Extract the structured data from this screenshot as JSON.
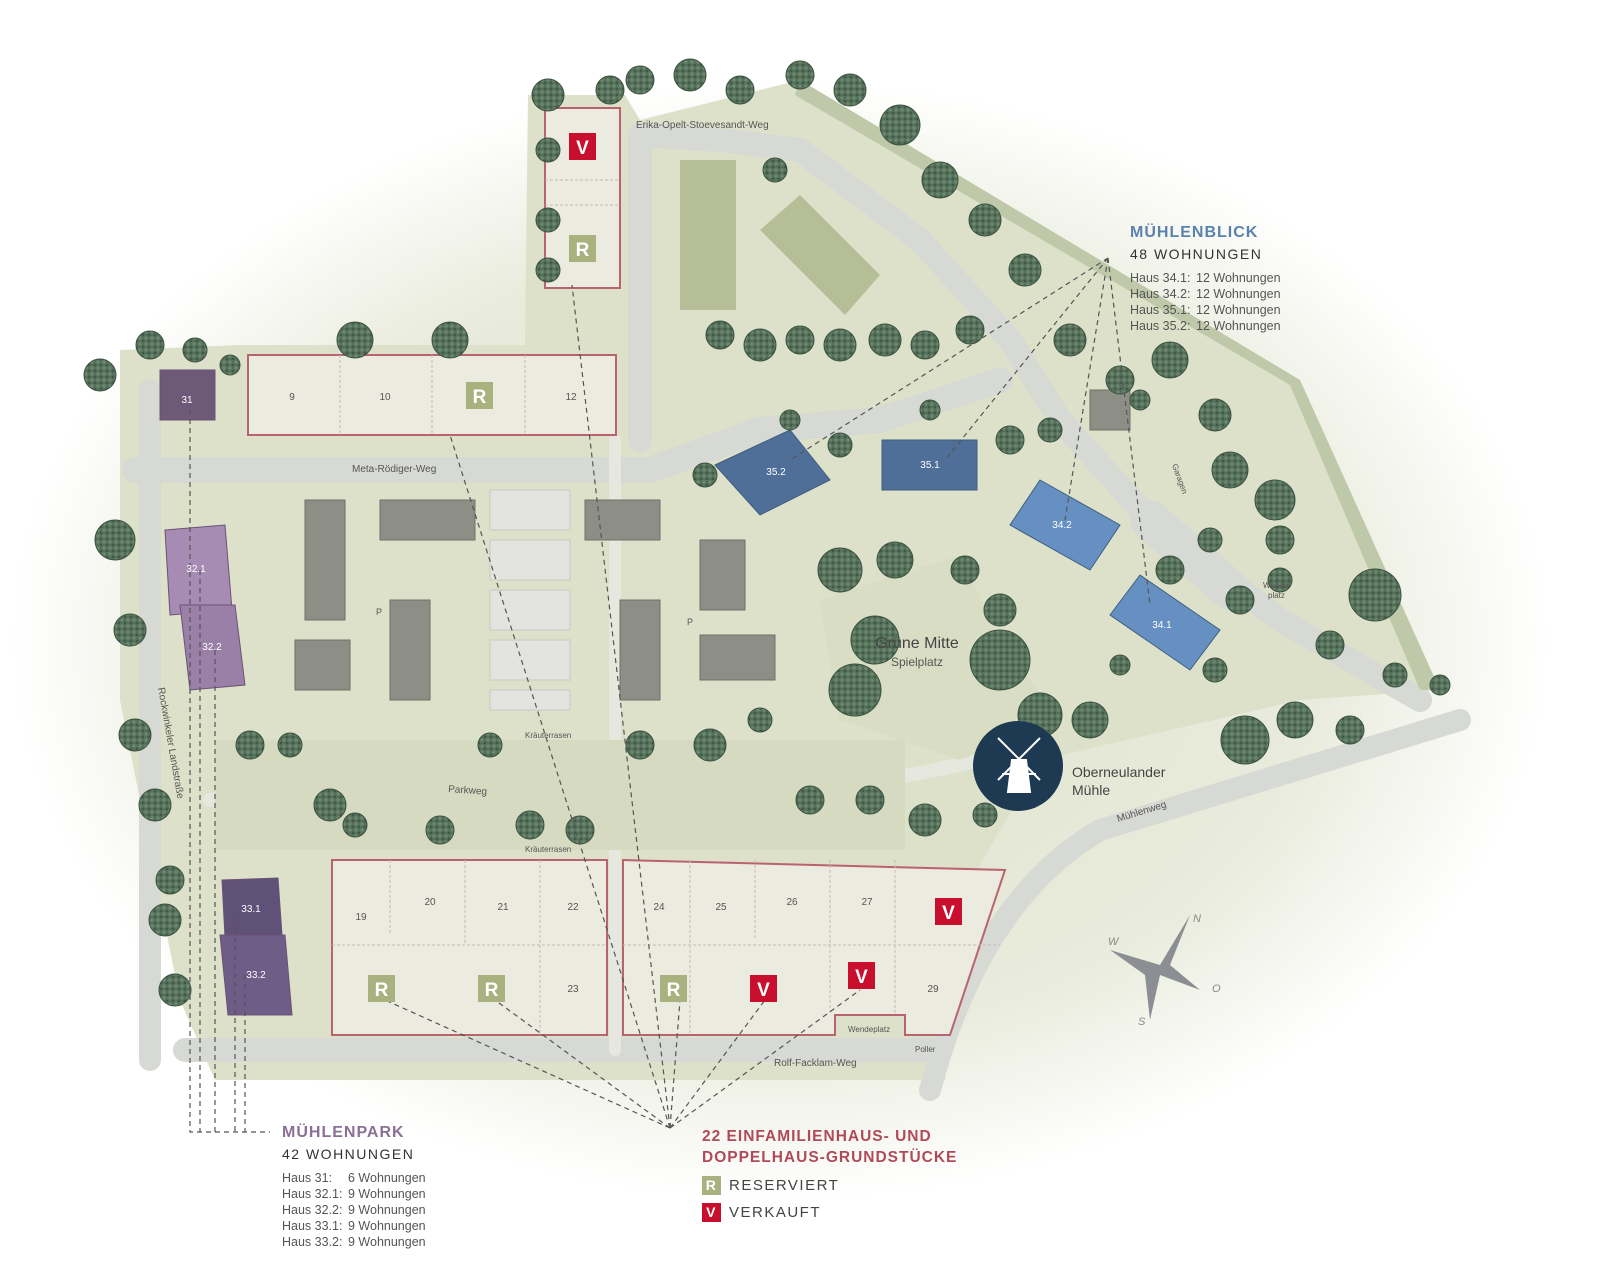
{
  "colors": {
    "reserved": "#a9b27f",
    "sold": "#c8102e",
    "muehlenblick": "#5b82ad",
    "muehlenpark": "#8a6f96",
    "einfamilienhaus": "#b04a58",
    "mill_badge": "#1e3a52"
  },
  "streets": {
    "erika": "Erika-Opelt-Stoevesandt-Weg",
    "meta": "Meta-Rödiger-Weg",
    "parkweg": "Parkweg",
    "rolf": "Rolf-Facklam-Weg",
    "muehlenweg": "Mühlenweg",
    "rockwinkeler": "Rockwinkeler Landstraße",
    "kraeuter1": "Kräuterrasen",
    "kraeuter2": "Kräuterrasen",
    "wendeplatz1": "Wende-",
    "wendeplatz1b": "platz",
    "wendeplatz2": "Wendeplatz",
    "poller": "Poller",
    "garagen": "Garagen",
    "parking_p": "P"
  },
  "areas": {
    "gruene_mitte": "Grüne Mitte",
    "spielplatz": "Spielplatz",
    "muehle_line1": "Oberneulander",
    "muehle_line2": "Mühle",
    "muehle_icon": "windmill-icon"
  },
  "compass": {
    "n": "N",
    "o": "O",
    "s": "S",
    "w": "W"
  },
  "buildings": {
    "h31": "31",
    "h32_1": "32.1",
    "h32_2": "32.2",
    "h33_1": "33.1",
    "h33_2": "33.2",
    "h34_1": "34.1",
    "h34_2": "34.2",
    "h35_1": "35.1",
    "h35_2": "35.2"
  },
  "plots": {
    "p9": "9",
    "p10": "10",
    "p12": "12",
    "p19": "19",
    "p20": "20",
    "p21": "21",
    "p22": "22",
    "p23": "23",
    "p24": "24",
    "p25": "25",
    "p26": "26",
    "p27": "27",
    "p29": "29"
  },
  "plot_status": [
    {
      "plot": "north-upper",
      "status": "V"
    },
    {
      "plot": "north-lower",
      "status": "R"
    },
    {
      "plot": "11",
      "status": "R"
    },
    {
      "plot": "19b",
      "status": "R"
    },
    {
      "plot": "20b",
      "status": "R"
    },
    {
      "plot": "24b",
      "status": "R"
    },
    {
      "plot": "25b",
      "status": "V"
    },
    {
      "plot": "28",
      "status": "V"
    },
    {
      "plot": "27b",
      "status": "V"
    }
  ],
  "legend_muehlenblick": {
    "title": "MÜHLENBLICK",
    "subtitle": "48 WOHNUNGEN",
    "rows": [
      {
        "k": "Haus 34.1:",
        "v": "12 Wohnungen"
      },
      {
        "k": "Haus 34.2:",
        "v": "12 Wohnungen"
      },
      {
        "k": "Haus 35.1:",
        "v": "12 Wohnungen"
      },
      {
        "k": "Haus 35.2:",
        "v": "12 Wohnungen"
      }
    ]
  },
  "legend_muehlenpark": {
    "title": "MÜHLENPARK",
    "subtitle": "42 WOHNUNGEN",
    "rows": [
      {
        "k": "Haus 31:",
        "v": "6 Wohnungen"
      },
      {
        "k": "Haus 32.1:",
        "v": "9 Wohnungen"
      },
      {
        "k": "Haus 32.2:",
        "v": "9 Wohnungen"
      },
      {
        "k": "Haus 33.1:",
        "v": "9 Wohnungen"
      },
      {
        "k": "Haus 33.2:",
        "v": "9 Wohnungen"
      }
    ]
  },
  "legend_einfamilienhaus": {
    "title_line1": "22 EINFAMILIENHAUS- UND",
    "title_line2": "DOPPELHAUS-GRUNDSTÜCKE",
    "reserved_letter": "R",
    "reserved_label": "RESERVIERT",
    "sold_letter": "V",
    "sold_label": "VERKAUFT"
  }
}
